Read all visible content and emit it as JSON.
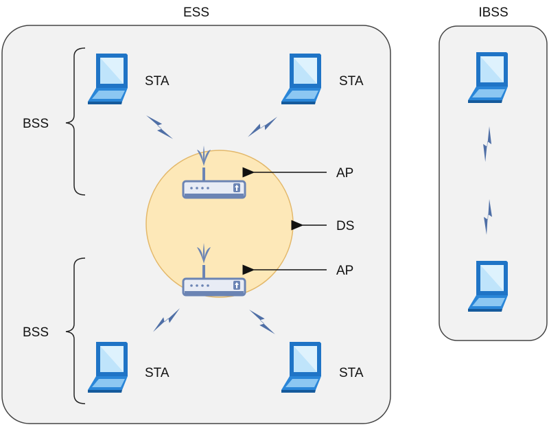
{
  "ess": {
    "title": "ESS"
  },
  "ibss": {
    "title": "IBSS"
  },
  "labels": {
    "bss_top": "BSS",
    "bss_bottom": "BSS",
    "sta_tl": "STA",
    "sta_tr": "STA",
    "sta_bl": "STA",
    "sta_br": "STA",
    "ap_top": "AP",
    "ap_bottom": "AP",
    "ds": "DS"
  },
  "colors": {
    "container_fill": "#f2f2f2",
    "container_stroke": "#444444",
    "ds_fill": "#fde8b8",
    "ds_stroke": "#e3b86a",
    "device_blue": "#1f74c6",
    "screen_light": "#bfe4fb",
    "ap_blue": "#6b84b4",
    "lightning": "#4f6fa6"
  },
  "icons": [
    "laptop-icon",
    "access-point-icon",
    "wireless-link-icon",
    "arrow-icon",
    "brace-icon"
  ]
}
